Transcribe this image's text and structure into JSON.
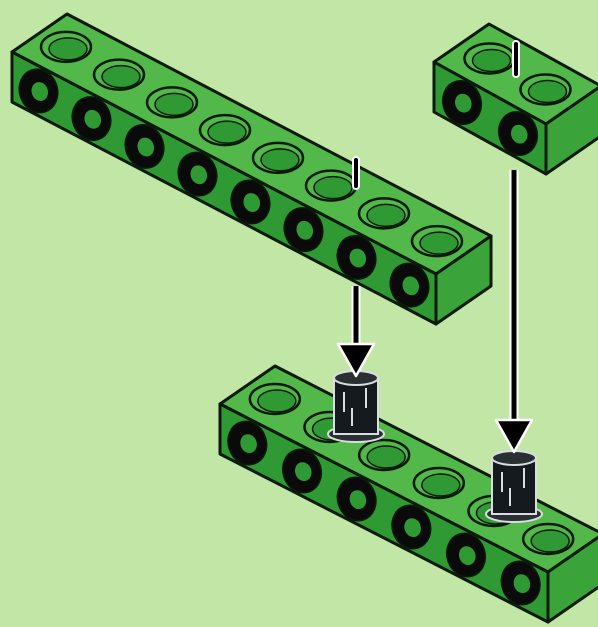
{
  "colors": {
    "background": "#c2e6a6",
    "brick_top": "#52b84a",
    "brick_front": "#2f9a33",
    "brick_side": "#3aa43a",
    "outline": "#0b1a0b",
    "hole": "#0a0a0a",
    "peg": "#151a1e",
    "arrow": "#000000"
  },
  "scene": {
    "bricks": [
      {
        "name": "beam-top-left",
        "studs": 8
      },
      {
        "name": "block-top-right",
        "studs": 2
      },
      {
        "name": "beam-bottom",
        "studs": 6
      }
    ],
    "pegs": [
      {
        "name": "connector-peg-left",
        "color": "black"
      },
      {
        "name": "connector-peg-right",
        "color": "black"
      }
    ],
    "arrows": [
      {
        "name": "insert-arrow-left",
        "direction": "down"
      },
      {
        "name": "insert-arrow-right",
        "direction": "down"
      }
    ]
  }
}
